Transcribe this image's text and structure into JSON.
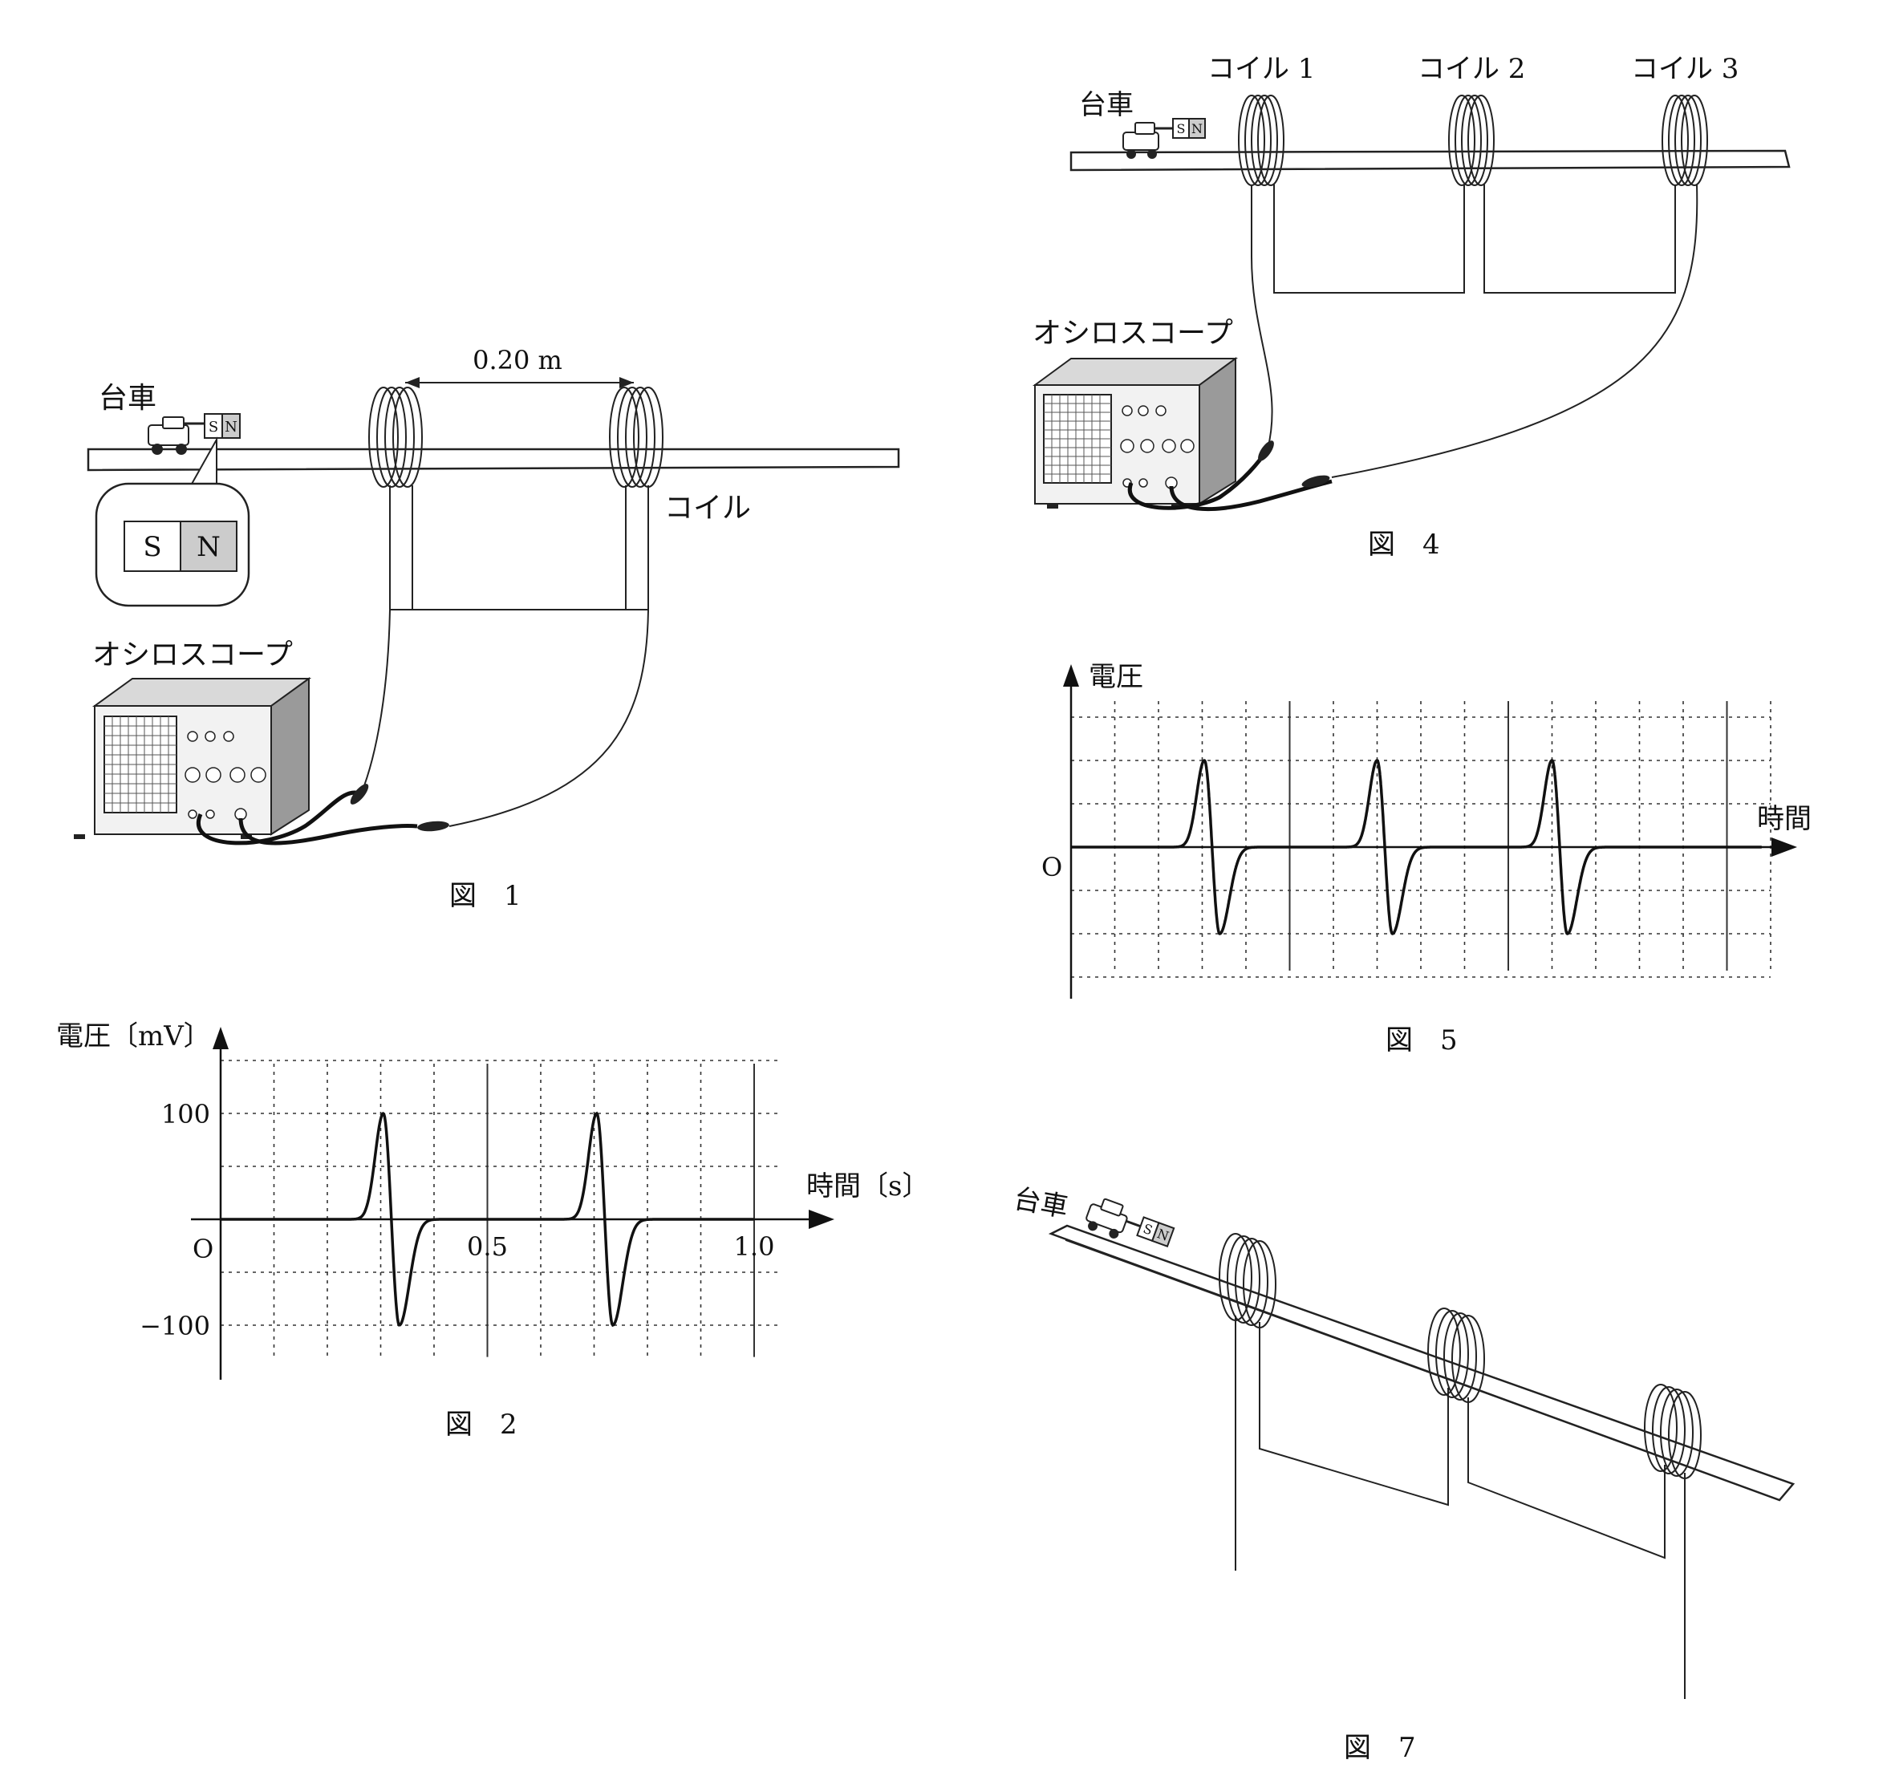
{
  "fig1": {
    "caption": "図　1",
    "cart_label": "台車",
    "distance_label": "0.20 m",
    "coil_label": "コイル",
    "scope_label": "オシロスコープ",
    "magnet_s": "S",
    "magnet_n": "N"
  },
  "fig2": {
    "caption": "図　2",
    "chart_data": {
      "type": "line",
      "title": "",
      "ylabel": "電圧〔mV〕",
      "xlabel": "時間〔s〕",
      "origin_label": "O",
      "xlim": [
        0,
        1.05
      ],
      "ylim": [
        -130,
        150
      ],
      "x_ticks": [
        0.1,
        0.2,
        0.3,
        0.4,
        0.5,
        0.6,
        0.7,
        0.8,
        0.9,
        1.0
      ],
      "y_ticks": [
        -100,
        -50,
        50,
        100
      ],
      "x_tick_labels": [
        {
          "value": 0.5,
          "label": "0.5"
        },
        {
          "value": 1.0,
          "label": "1.0"
        }
      ],
      "y_tick_labels": [
        {
          "value": 100,
          "label": "100"
        },
        {
          "value": -100,
          "label": "−100"
        }
      ],
      "grid": true,
      "pulses": [
        {
          "peak_time": 0.305,
          "peak_value": 100,
          "trough_time": 0.335,
          "trough_value": -100
        },
        {
          "peak_time": 0.705,
          "peak_value": 100,
          "trough_time": 0.735,
          "trough_value": -100
        }
      ]
    }
  },
  "fig4": {
    "caption": "図　4",
    "cart_label": "台車",
    "scope_label": "オシロスコープ",
    "coil1_label": "コイル 1",
    "coil2_label": "コイル 2",
    "coil3_label": "コイル 3",
    "magnet_s": "S",
    "magnet_n": "N"
  },
  "fig5": {
    "caption": "図　5",
    "chart_data": {
      "type": "line",
      "title": "",
      "ylabel": "電圧",
      "xlabel": "時間",
      "origin_label": "O",
      "grid": true,
      "columns": 16,
      "rows_above": 3,
      "rows_below": 3,
      "pulses": [
        {
          "peak_col": 3.05,
          "peak_rows": 2,
          "trough_col": 3.4,
          "trough_rows": -2
        },
        {
          "peak_col": 7.0,
          "peak_rows": 2,
          "trough_col": 7.35,
          "trough_rows": -2
        },
        {
          "peak_col": 11.0,
          "peak_rows": 2,
          "trough_col": 11.35,
          "trough_rows": -2
        }
      ]
    }
  },
  "fig7": {
    "caption": "図　7",
    "cart_label": "台車",
    "magnet_s": "S",
    "magnet_n": "N"
  }
}
